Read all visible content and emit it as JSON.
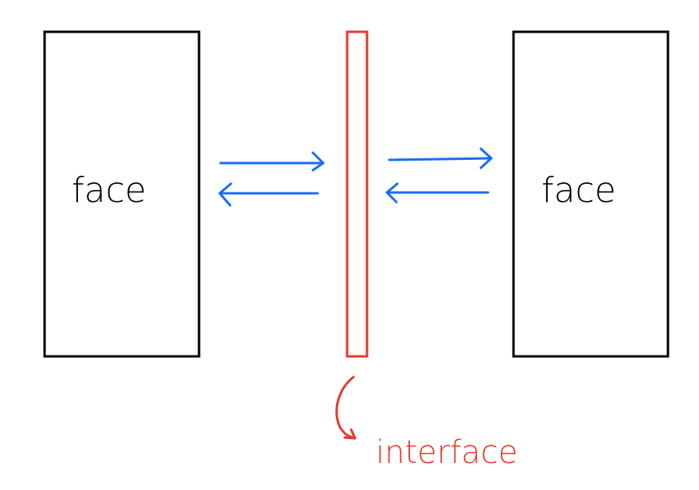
{
  "labels": {
    "left_box": "face",
    "right_box": "face",
    "interface": "interface"
  },
  "colors": {
    "box_stroke": "#000000",
    "interface_stroke": "#e53a2b",
    "arrow_stroke": "#1a6ef0",
    "background": "#ffffff"
  },
  "icons": {
    "arrow_right": "arrow-right-icon",
    "arrow_left": "arrow-left-icon",
    "curved_pointer": "curved-arrow-icon"
  }
}
